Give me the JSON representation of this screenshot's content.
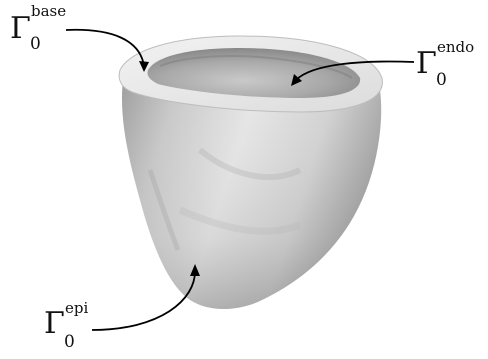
{
  "labels": {
    "base": {
      "symbol": "Γ",
      "subscript": "0",
      "superscript": "base"
    },
    "endo": {
      "symbol": "Γ",
      "subscript": "0",
      "superscript": "endo"
    },
    "epi": {
      "symbol": "Γ",
      "subscript": "0",
      "superscript": "epi"
    }
  },
  "colors": {
    "background": "#ffffff",
    "shell_light": "#e4e4e4",
    "shell_mid": "#bdbdbd",
    "shell_dark": "#8a8a8a",
    "rim": "#ededed",
    "cavity": "#9a9a9a",
    "arrow": "#000000"
  }
}
